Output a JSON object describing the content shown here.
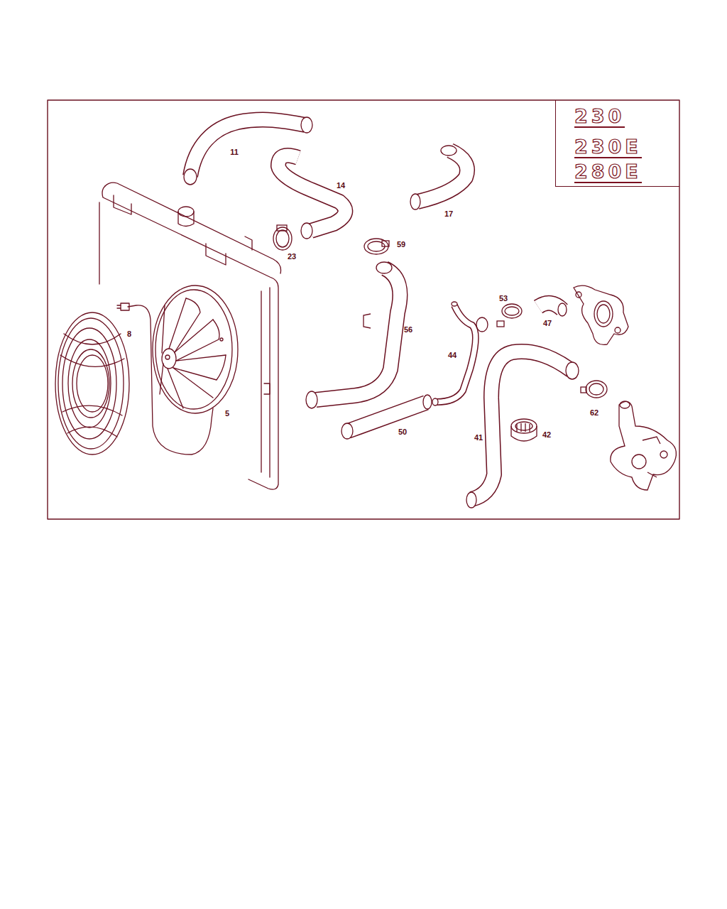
{
  "diagram": {
    "nodes": [
      {
        "text": [
          "230",
          "230E",
          "280E"
        ]
      }
    ],
    "labels": [
      "11",
      "14",
      "17",
      "23",
      "59",
      "53",
      "56",
      "8",
      "47",
      "44",
      "5",
      "62",
      "50",
      "42",
      "41"
    ]
  }
}
